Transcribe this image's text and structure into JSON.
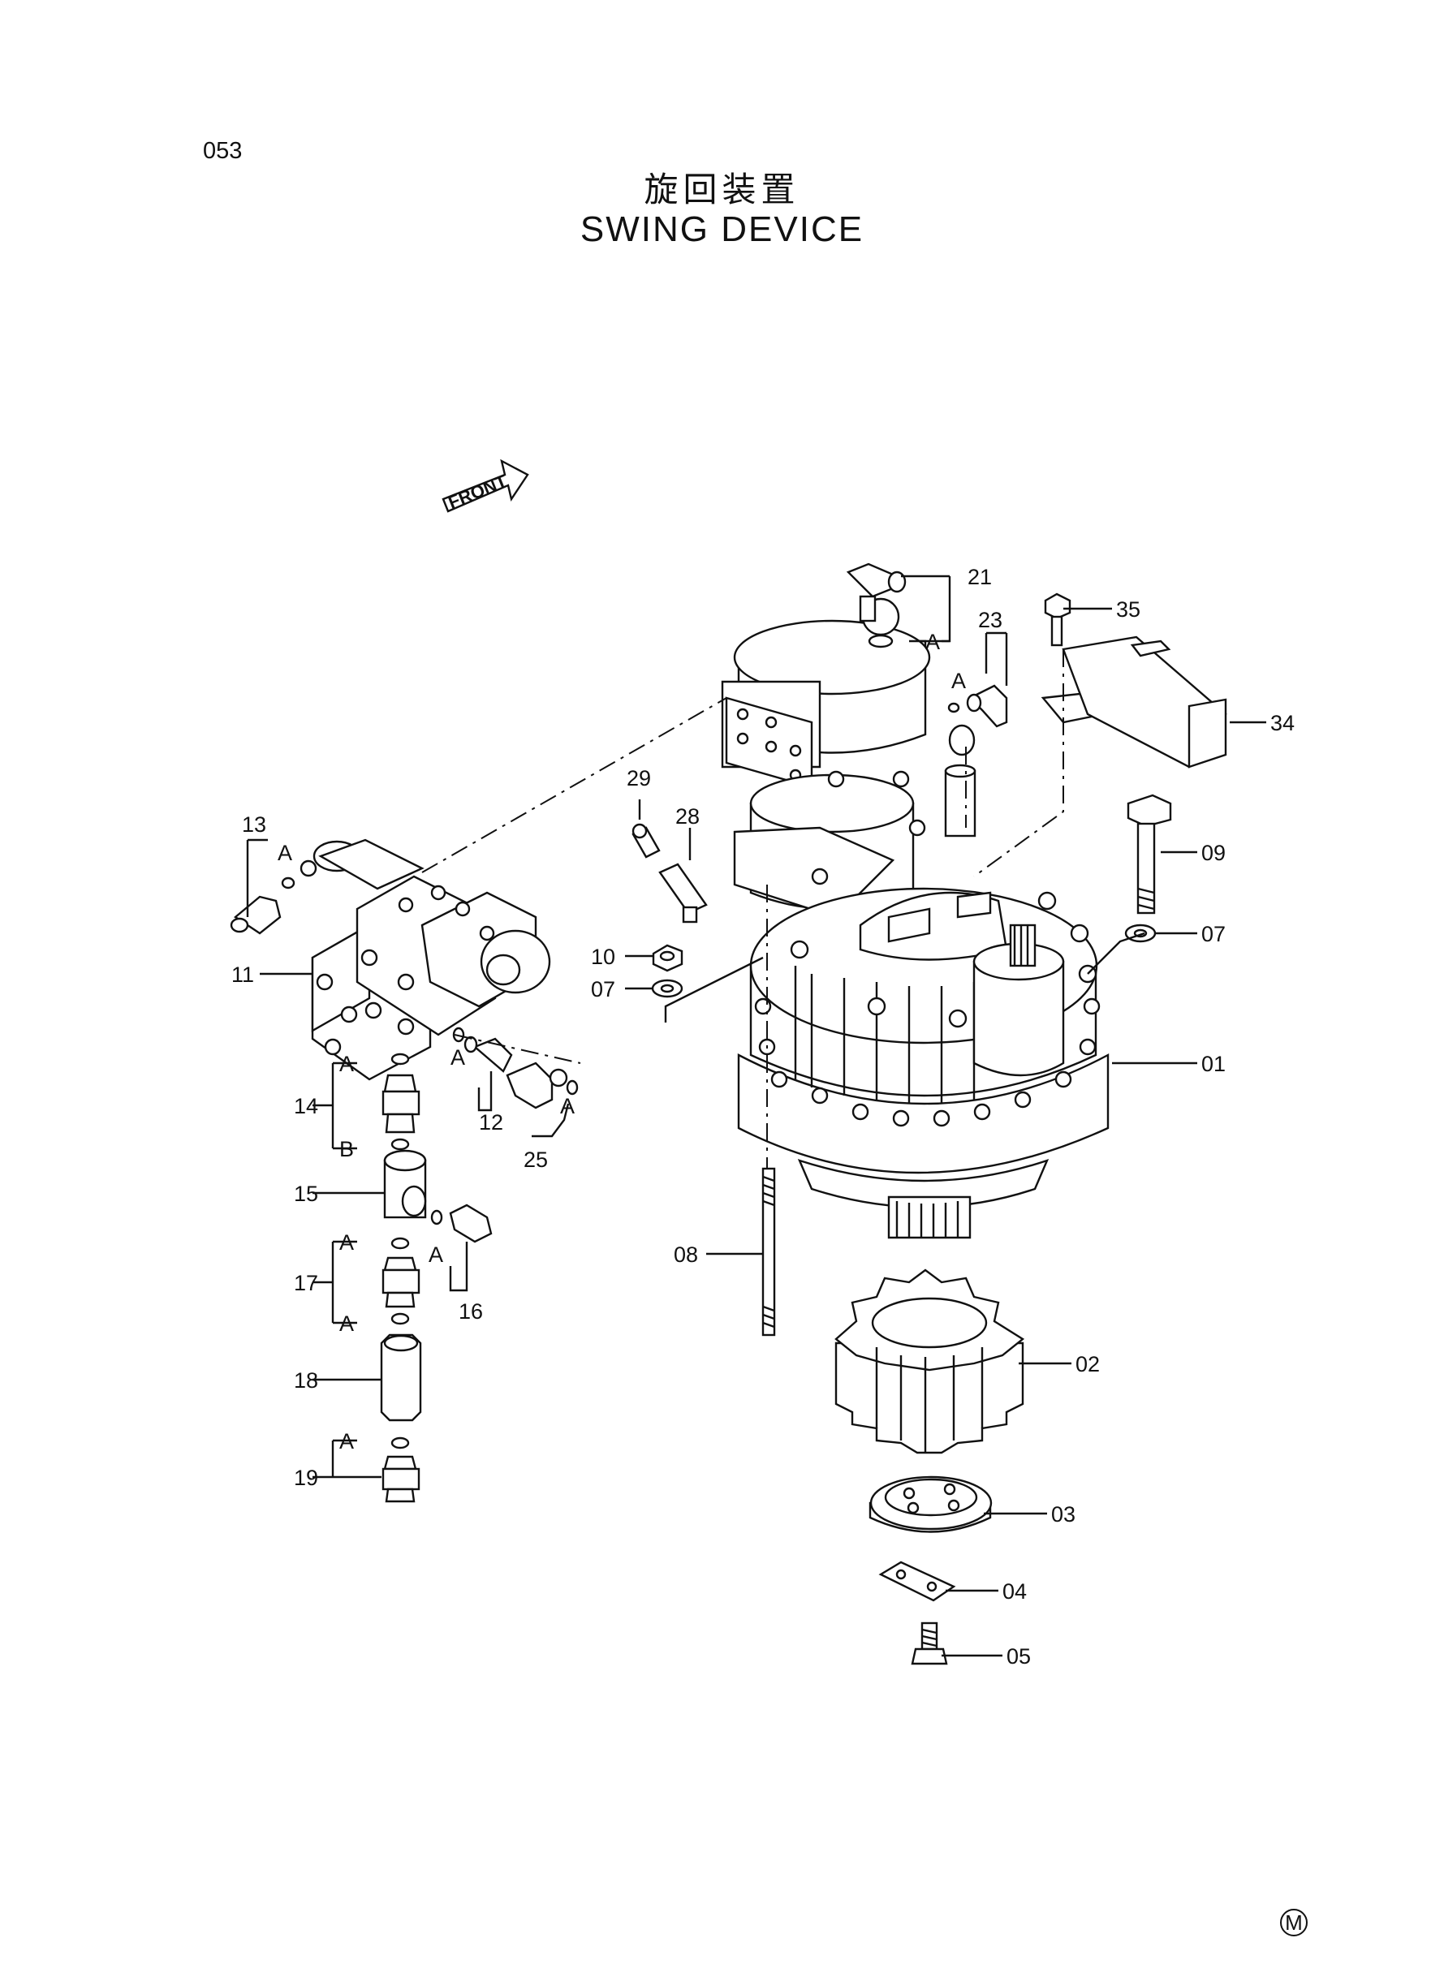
{
  "page_number": "053",
  "title_jp": "旋回装置",
  "title_en": "SWING DEVICE",
  "front_label": "FRONT",
  "corner_mark": "M",
  "sub_letters": {
    "a": "A",
    "b": "B"
  },
  "callouts": {
    "c01": "01",
    "c02": "02",
    "c03": "03",
    "c04": "04",
    "c05": "05",
    "c07a": "07",
    "c07b": "07",
    "c08": "08",
    "c09": "09",
    "c10": "10",
    "c11": "11",
    "c12": "12",
    "c13": "13",
    "c14": "14",
    "c15": "15",
    "c16": "16",
    "c17": "17",
    "c18": "18",
    "c19": "19",
    "c21": "21",
    "c23": "23",
    "c25": "25",
    "c28": "28",
    "c29": "29",
    "c34": "34",
    "c35": "35"
  }
}
